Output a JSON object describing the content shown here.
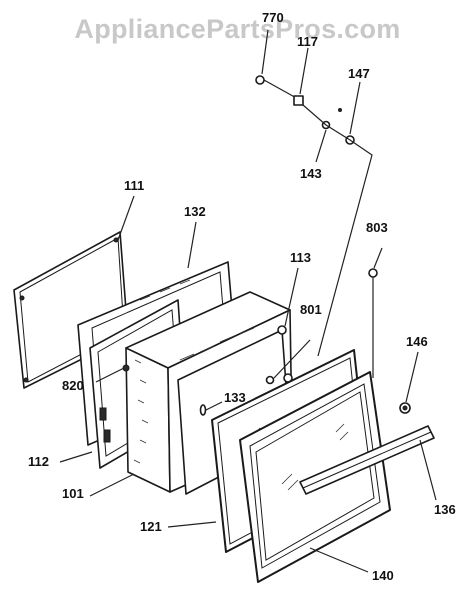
{
  "watermark": "AppliancePartsPros.com",
  "labels": {
    "p770": "770",
    "p117": "117",
    "p147": "147",
    "p143": "143",
    "p111": "111",
    "p132": "132",
    "p803": "803",
    "p113": "113",
    "p801": "801",
    "p146": "146",
    "p820": "820",
    "p133": "133",
    "p112": "112",
    "p101": "101",
    "p136": "136",
    "p121": "121",
    "p140": "140"
  },
  "colors": {
    "line": "#1a1a1a",
    "watermark": "#c8c8c8",
    "background": "#ffffff"
  }
}
